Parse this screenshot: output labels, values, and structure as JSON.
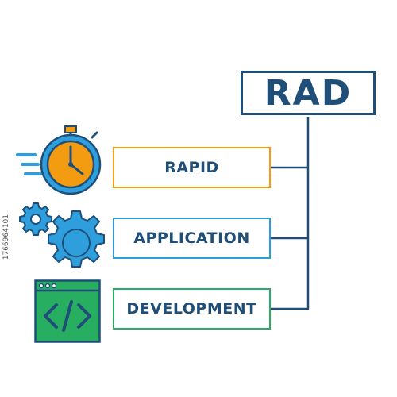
{
  "title": "RAD",
  "items": [
    {
      "label": "RAPID",
      "icon": "stopwatch-icon"
    },
    {
      "label": "APPLICATION",
      "icon": "gears-icon"
    },
    {
      "label": "DEVELOPMENT",
      "icon": "code-window-icon"
    }
  ],
  "stock_id": "1766964101",
  "colors": {
    "navy": "#1f4e79",
    "orange": "#f39c12",
    "blue": "#2e9fdc",
    "green": "#27ae60"
  }
}
